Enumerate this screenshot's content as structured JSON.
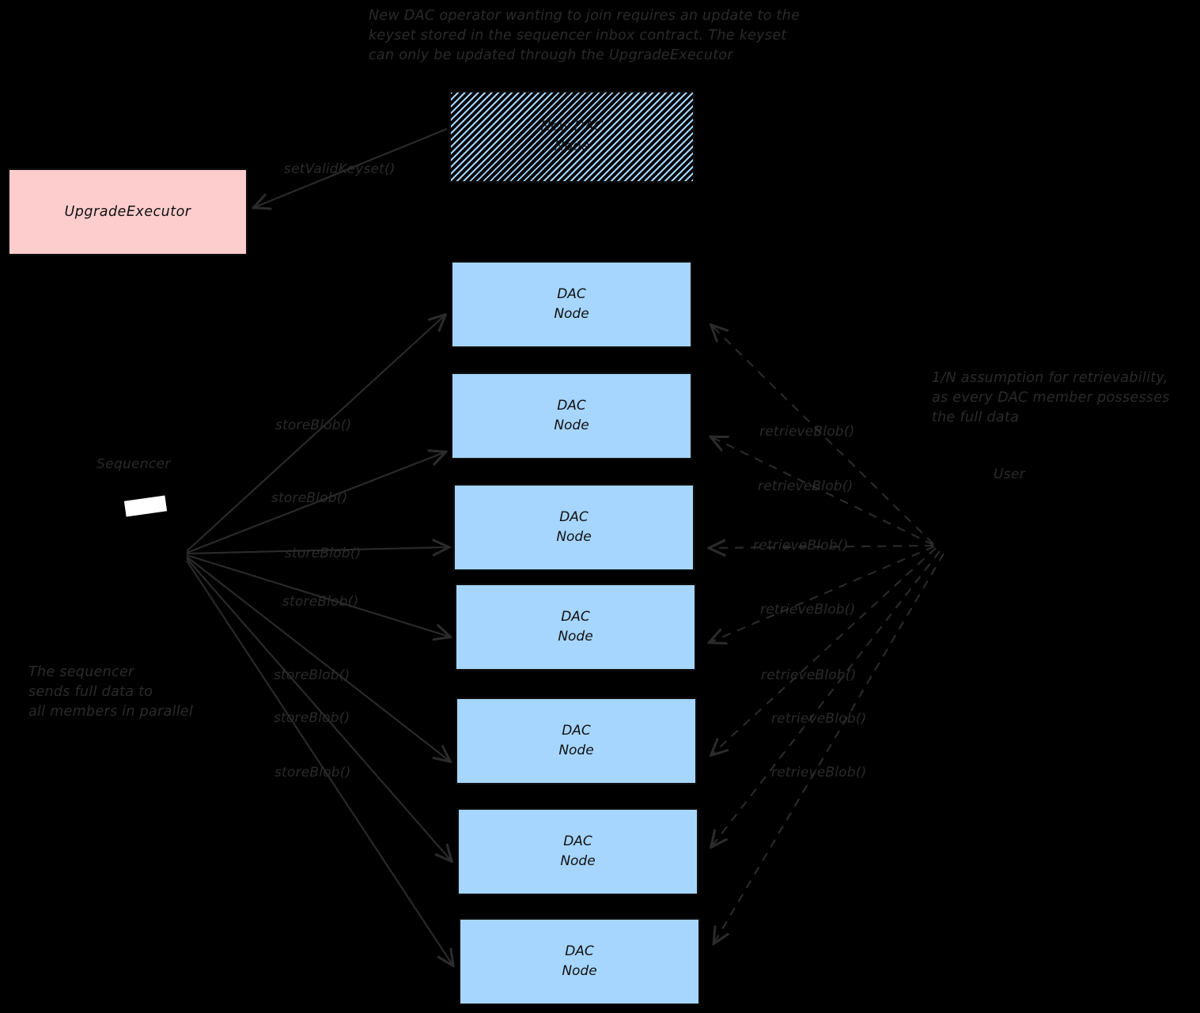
{
  "diagram": {
    "title_note_top": "New DAC operator wanting to join requires an update to the\nkeyset stored in the sequencer inbox contract. The keyset\ncan only be updated through the UpgradeExecutor",
    "note_right": "1/N assumption for retrievability,\nas every DAC member possesses\nthe full data",
    "note_left_bottom": "The sequencer\nsends full data to\nall members in parallel"
  },
  "colors": {
    "background": "#000000",
    "node_fill": "#a6d5fd",
    "node_stroke": "#0f0f0f",
    "executor_fill": "#fdcdcd",
    "edge_stroke": "#2b2b2b",
    "text": "#2b2b2b",
    "sequencer_fill": "#ffffff"
  },
  "actors": {
    "sequencer": {
      "label": "Sequencer"
    },
    "user": {
      "label": "User"
    }
  },
  "boxes": {
    "upgrade_executor": {
      "label": "UpgradeExecutor"
    },
    "new_dac_node": {
      "label": "New DAC\nNode"
    }
  },
  "nodes": [
    {
      "label": "DAC\nNode"
    },
    {
      "label": "DAC\nNode"
    },
    {
      "label": "DAC\nNode"
    },
    {
      "label": "DAC\nNode"
    },
    {
      "label": "DAC\nNode"
    },
    {
      "label": "DAC\nNode"
    },
    {
      "label": "DAC\nNode"
    }
  ],
  "store_labels": [
    {
      "text": "storeBlob()"
    },
    {
      "text": "storeBlob()"
    },
    {
      "text": "storeBlob()"
    },
    {
      "text": "storeBlob()"
    },
    {
      "text": "storeBlob()"
    },
    {
      "text": "storeBlob()"
    },
    {
      "text": "storeBlob()"
    }
  ],
  "retrieve_labels": [
    {
      "text": "retrieveBlob()"
    },
    {
      "text": "retrieveBlob()"
    },
    {
      "text": "retrieveBlob()"
    },
    {
      "text": "retrieveBlob()"
    },
    {
      "text": "retrieveBlob()"
    },
    {
      "text": "retrieveBlob()"
    },
    {
      "text": "retrieveBlob()"
    }
  ],
  "keyset_edge": {
    "label": "setValidKeyset()"
  }
}
